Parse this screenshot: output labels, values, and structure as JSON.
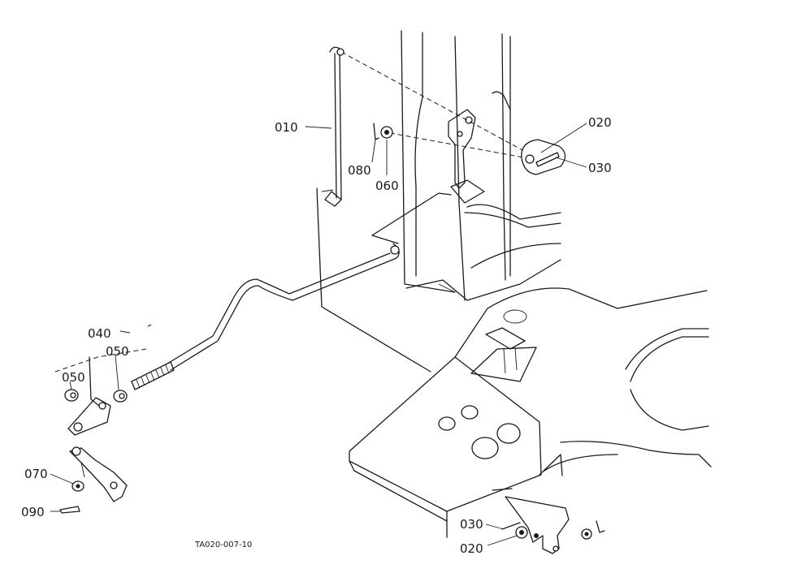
{
  "callouts": [
    {
      "id": "010",
      "text": "010"
    },
    {
      "id": "020a",
      "text": "020"
    },
    {
      "id": "030a",
      "text": "030"
    },
    {
      "id": "080",
      "text": "080"
    },
    {
      "id": "060",
      "text": "060"
    },
    {
      "id": "040",
      "text": "040"
    },
    {
      "id": "050a",
      "text": "050"
    },
    {
      "id": "050b",
      "text": "050"
    },
    {
      "id": "070",
      "text": "070"
    },
    {
      "id": "090",
      "text": "090"
    },
    {
      "id": "030b",
      "text": "030"
    },
    {
      "id": "020b",
      "text": "020"
    }
  ],
  "drawing_code": "TA020-007-10"
}
